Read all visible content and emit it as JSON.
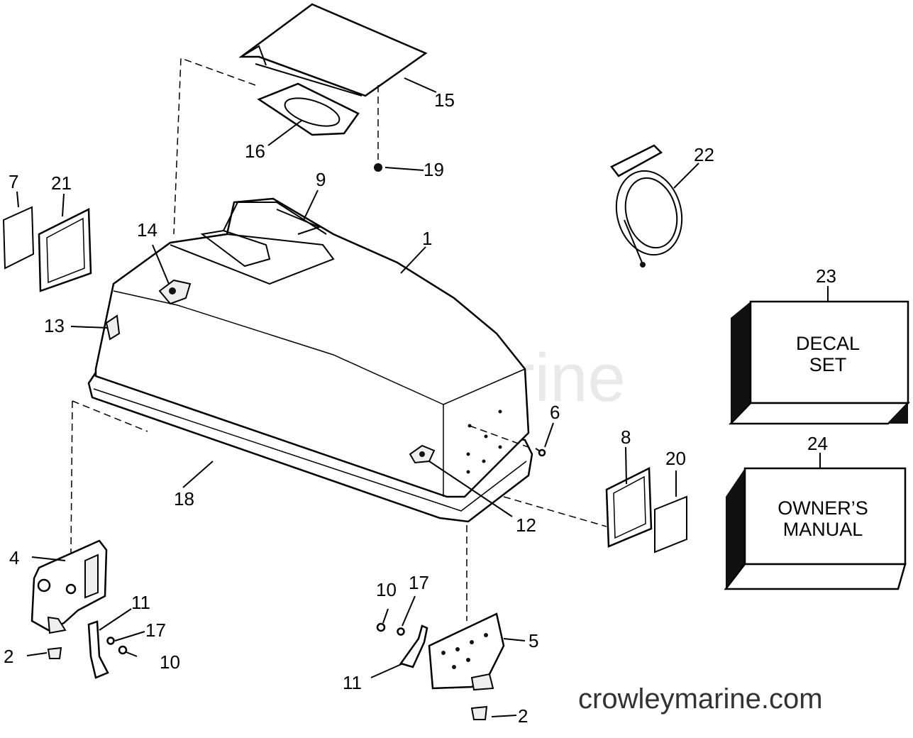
{
  "watermark": "Crowley Marine",
  "website": "crowleymarine.com",
  "boxes": {
    "decal": {
      "line1": "DECAL",
      "line2": "SET"
    },
    "manual": {
      "line1": "OWNER’S",
      "line2": "MANUAL"
    }
  },
  "callouts": {
    "c1": "1",
    "c2a": "2",
    "c2b": "2",
    "c4": "4",
    "c5": "5",
    "c6": "6",
    "c7": "7",
    "c8": "8",
    "c9": "9",
    "c10a": "10",
    "c10b": "10",
    "c11a": "11",
    "c11b": "11",
    "c12": "12",
    "c13": "13",
    "c14": "14",
    "c15": "15",
    "c16": "16",
    "c17a": "17",
    "c17b": "17",
    "c18": "18",
    "c19": "19",
    "c20": "20",
    "c21": "21",
    "c22": "22",
    "c23": "23",
    "c24": "24"
  }
}
